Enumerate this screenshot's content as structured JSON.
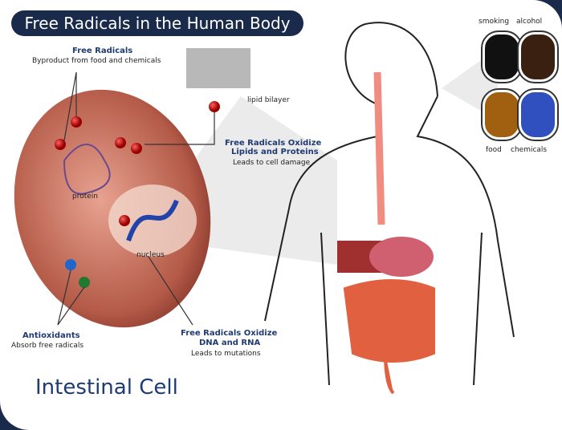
{
  "title": "Free Radicals in the Human Body",
  "cell_title": "Intestinal Cell",
  "labels": {
    "free_radicals": "Free Radicals",
    "free_radicals_sub": "Byproduct from food and chemicals",
    "lipid_bilayer": "lipid bilayer",
    "oxidize_lipids": "Free Radicals Oxidize",
    "oxidize_lipids2": "Lipids and Proteins",
    "oxidize_lipids_sub": "Leads to cell damage",
    "protein": "protein",
    "nucleus": "nucleus",
    "oxidize_dna": "Free Radicals Oxidize",
    "oxidize_dna2": "DNA and RNA",
    "oxidize_dna_sub": "Leads to mutations",
    "antioxidants": "Antioxidants",
    "antioxidants_sub": "Absorb free radicals"
  },
  "sources": [
    "smoking",
    "alcohol",
    "food",
    "chemicals"
  ]
}
